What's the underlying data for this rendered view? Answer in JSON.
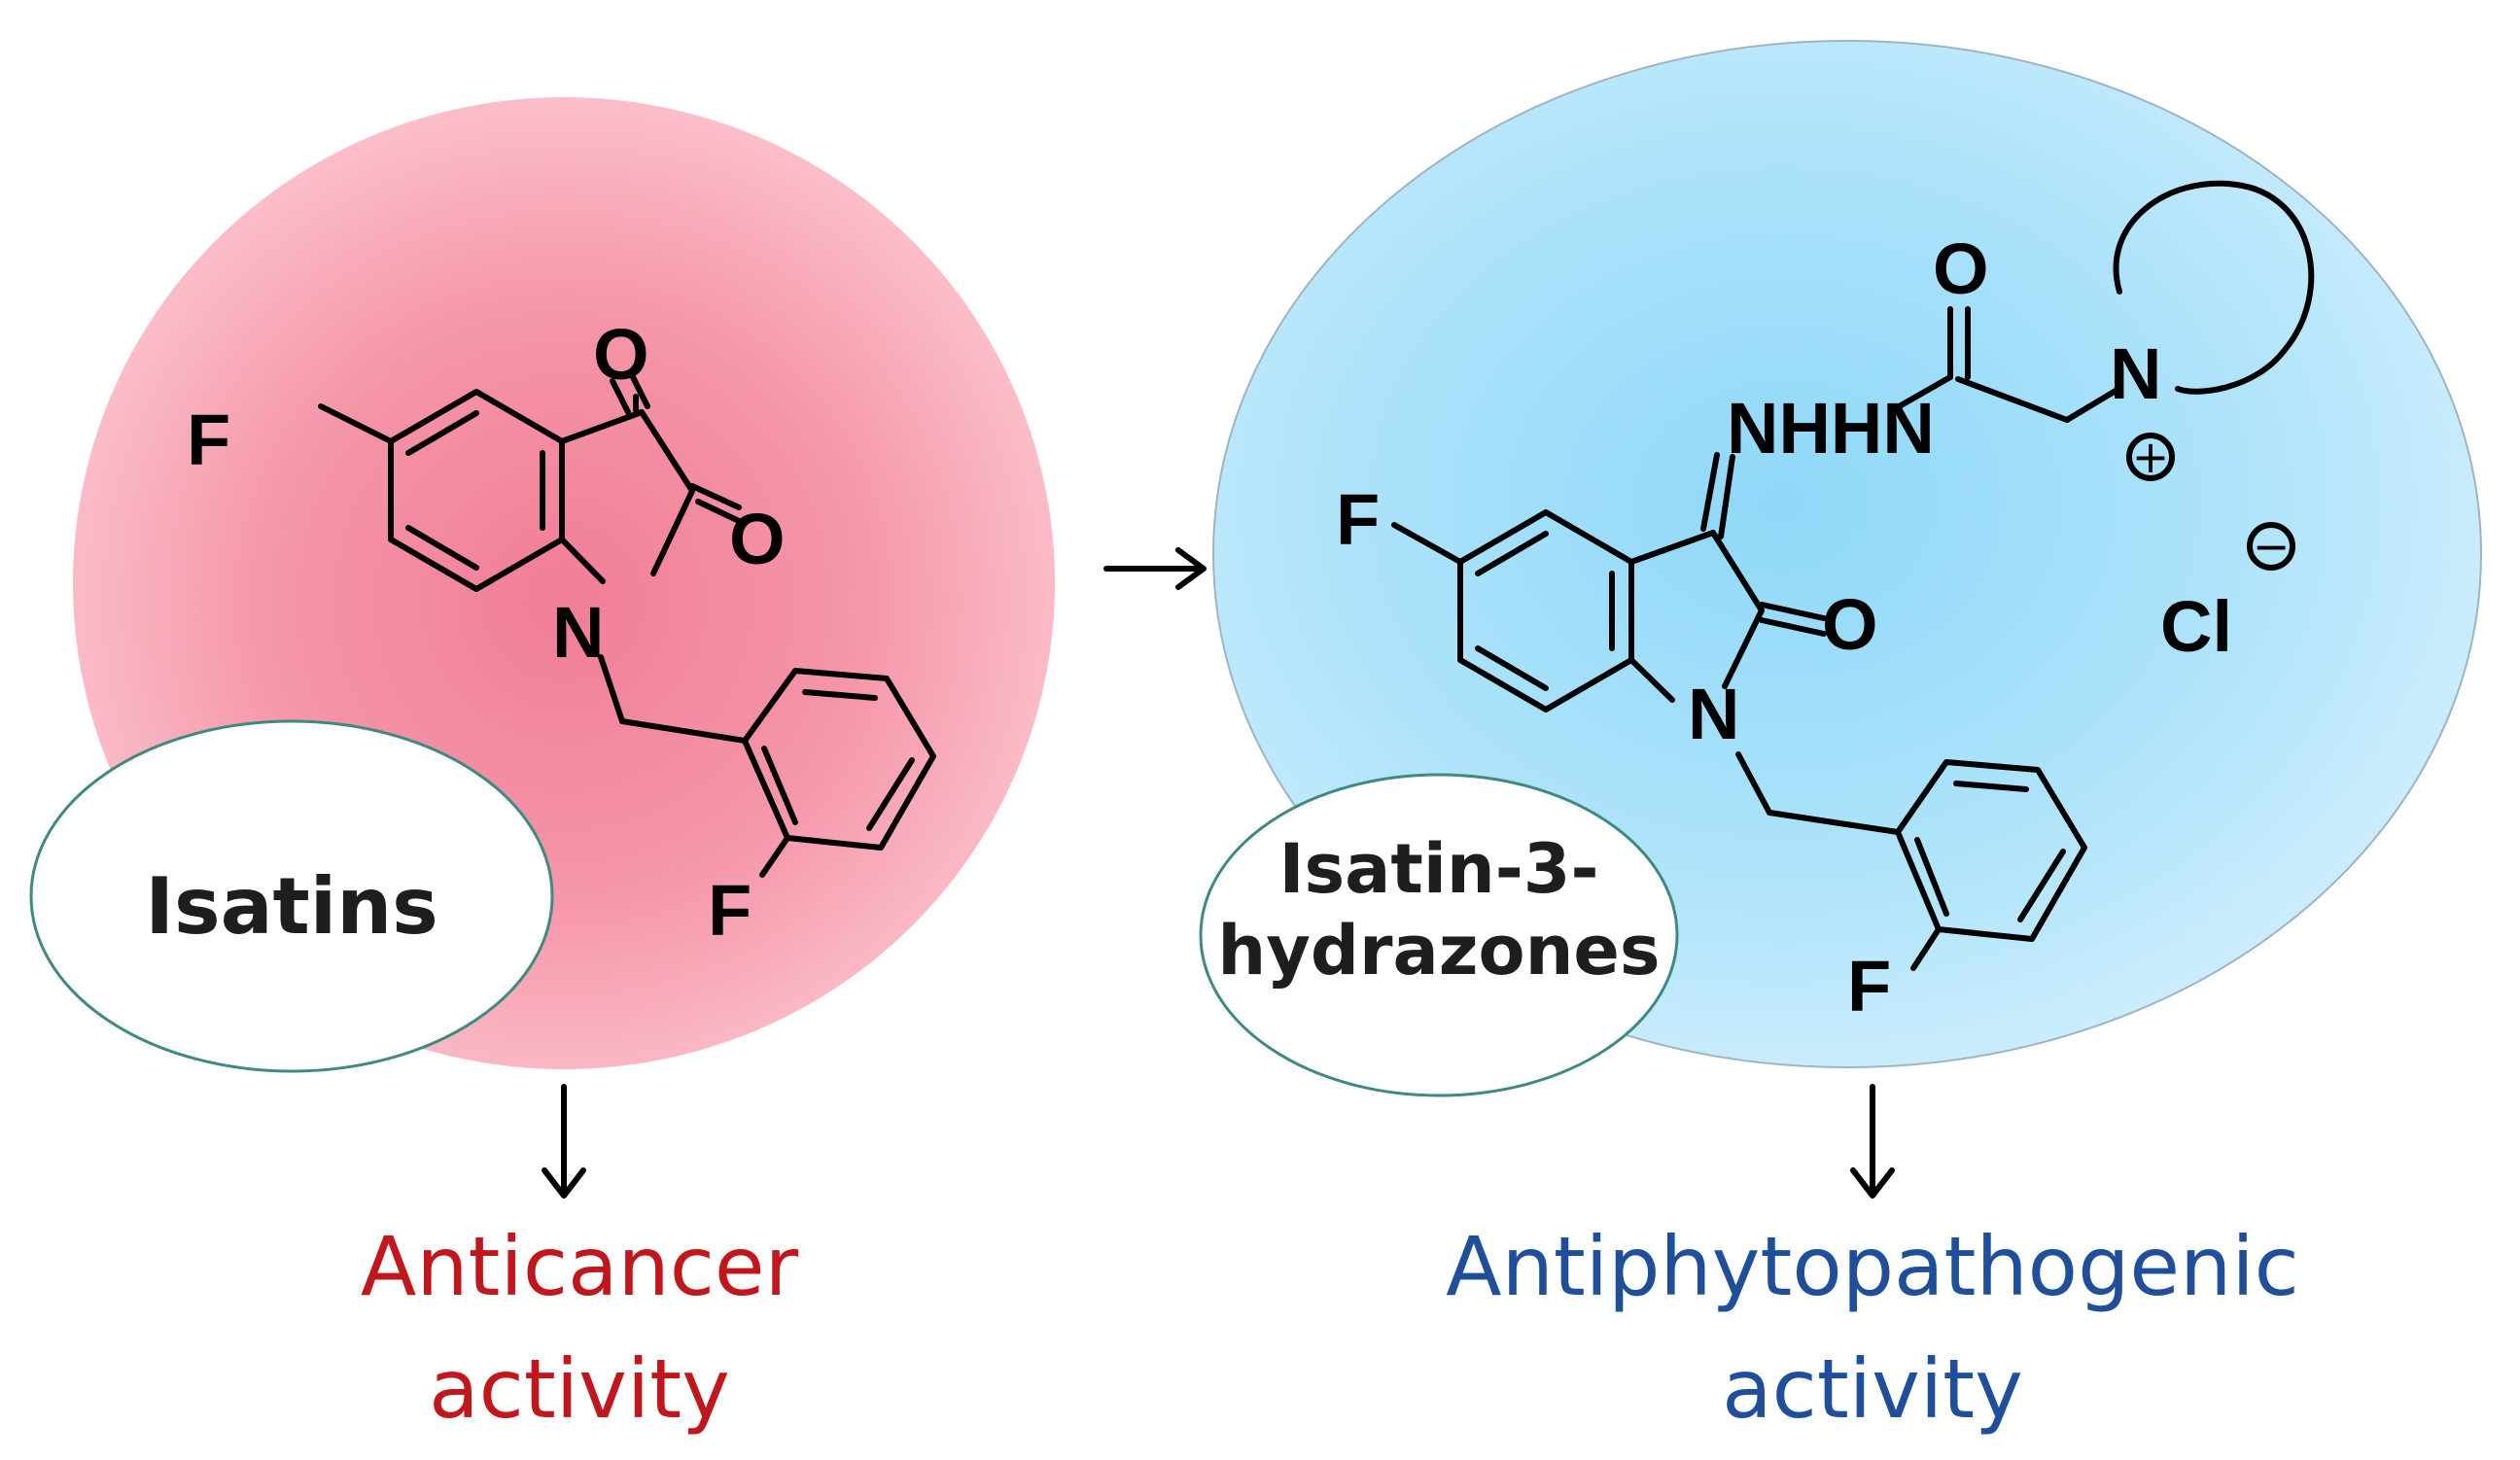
{
  "left": {
    "label": "Isatins",
    "activity_line1": "Anticancer",
    "activity_line2": "activity",
    "activity_color": "#c0161c",
    "atoms": {
      "o_top": "O",
      "o_right": "O",
      "f_ring": "F",
      "n": "N",
      "f_benzyl": "F"
    }
  },
  "right": {
    "label_line1": "Isatin-3-",
    "label_line2": "hydrazones",
    "activity_line1": "Antiphytopathogenic",
    "activity_line2": "activity",
    "activity_color": "#1f4e9a",
    "atoms": {
      "o_amide": "O",
      "n_ring_plus": "N",
      "nhhn": "NHHN",
      "f_ring": "F",
      "o_lactam": "O",
      "cl": "Cl",
      "n": "N",
      "f_benzyl": "F"
    },
    "charges": {
      "plus": "+",
      "minus": "−"
    }
  },
  "colors": {
    "pink_center": "#f07e97",
    "pink_edge": "#fcc4ce",
    "blue_center": "#8fd8f8",
    "blue_edge": "#cfeefd",
    "pill_border": "#3e8a80"
  }
}
